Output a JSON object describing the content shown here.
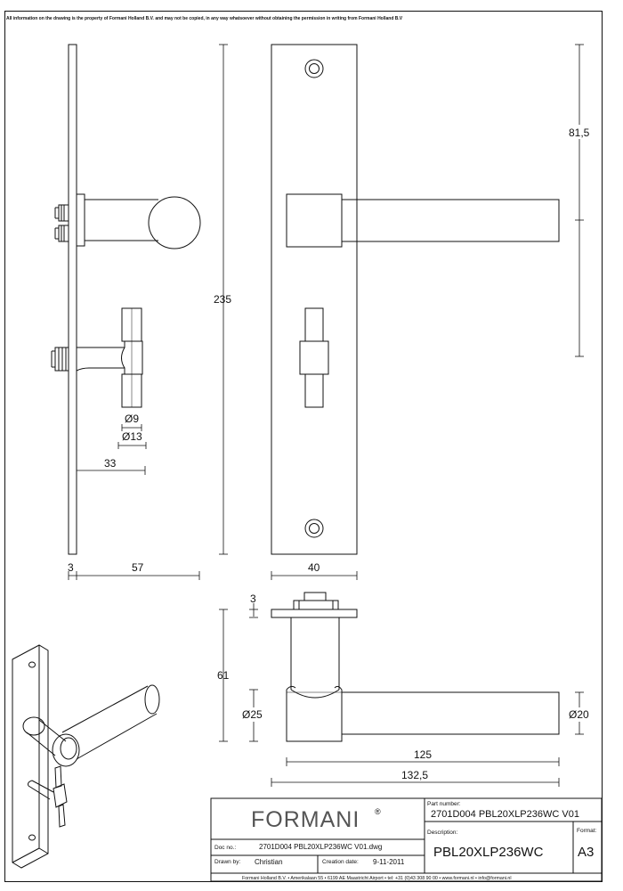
{
  "disclaimer": "All information on the drawing is the property of Formani Holland B.V. and may not be copied, in any way whatsoever without obtaining the permission in writing from Formani Holland B.V",
  "dimensions": {
    "d235": "235",
    "d81_5": "81,5",
    "d9": "Ø9",
    "d13": "Ø13",
    "d33": "33",
    "d3_top": "3",
    "d57": "57",
    "d40": "40",
    "d3_side": "3",
    "d61": "61",
    "d25": "Ø25",
    "d20": "Ø20",
    "d125": "125",
    "d132_5": "132,5"
  },
  "title_block": {
    "logo": "FORMANI",
    "registered": "®",
    "part_number_label": "Part number:",
    "part_number": "2701D004 PBL20XLP236WC V01",
    "description_label": "Description:",
    "description": "PBL20XLP236WC",
    "format_label": "Format:",
    "format": "A3",
    "doc_no_label": "Doc no.:",
    "doc_no": "2701D004 PBL20XLP236WC V01.dwg",
    "drawn_by_label": "Drawn by:",
    "drawn_by": "Christian",
    "creation_date_label": "Creation date:",
    "creation_date": "9-11-2011",
    "footer": "Formani Holland B.V.  •  Amerikalaan 55  •  6199 AE Maastricht Airport  •  tel: +31 (0)43 308 90 00  •  www.formani.nl  •  info@formani.nl"
  },
  "colors": {
    "line": "#111111",
    "background": "#ffffff"
  }
}
